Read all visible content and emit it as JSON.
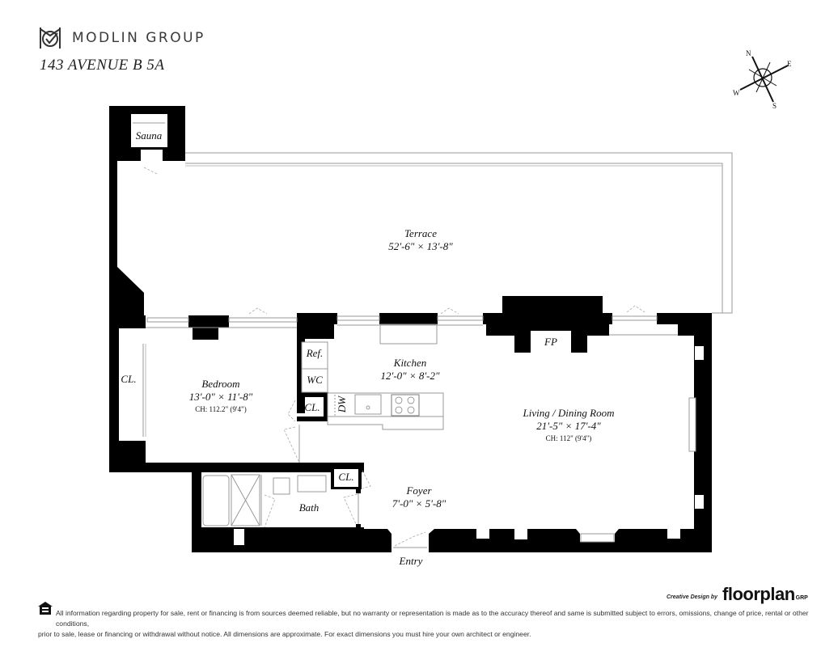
{
  "header": {
    "brand": "MODLIN GROUP",
    "brand_icon": "modlin-monogram-icon",
    "address": "143 AVENUE B  5A"
  },
  "compass": {
    "icon": "compass-rose-icon",
    "north": "N",
    "east": "E",
    "south": "S",
    "west": "W"
  },
  "rooms": {
    "sauna": {
      "name": "Sauna"
    },
    "terrace": {
      "name": "Terrace",
      "dimensions": "52'-6\" × 13'-8\""
    },
    "bedroom": {
      "name": "Bedroom",
      "dimensions": "13'-0\" × 11'-8\"",
      "ceiling": "CH: 112.2\" (9'4\")"
    },
    "bedroom_closet": {
      "name": "CL."
    },
    "kitchen": {
      "name": "Kitchen",
      "dimensions": "12'-0\" × 8'-2\""
    },
    "ref": {
      "name": "Ref."
    },
    "wc": {
      "name": "WC"
    },
    "kitchen_closet": {
      "name": "CL."
    },
    "dishwasher": {
      "name": "DW"
    },
    "fireplace": {
      "name": "FP"
    },
    "living": {
      "name": "Living / Dining Room",
      "dimensions": "21'-5\" × 17'-4\"",
      "ceiling": "CH: 112\" (9'4\")"
    },
    "bath": {
      "name": "Bath"
    },
    "bath_closet": {
      "name": "CL."
    },
    "foyer": {
      "name": "Foyer",
      "dimensions": "7'-0\" × 5'-8\""
    },
    "entry": {
      "name": "Entry"
    }
  },
  "footer": {
    "equal_housing_icon": "equal-housing-icon",
    "disclaimer_line1": "All information regarding property for sale, rent or financing is from sources deemed reliable, but no warranty or representation is made as to the accuracy thereof and same is submitted subject to errors, omissions, change of price, rental or other conditions,",
    "disclaimer_line2": "prior to sale, lease or financing or withdrawal without notice. All dimensions are approximate. For exact dimensions you must hire your own architect or engineer.",
    "credit_prefix": "Creative Design by",
    "credit_logo": "floorplan",
    "credit_suffix": "GRP"
  }
}
